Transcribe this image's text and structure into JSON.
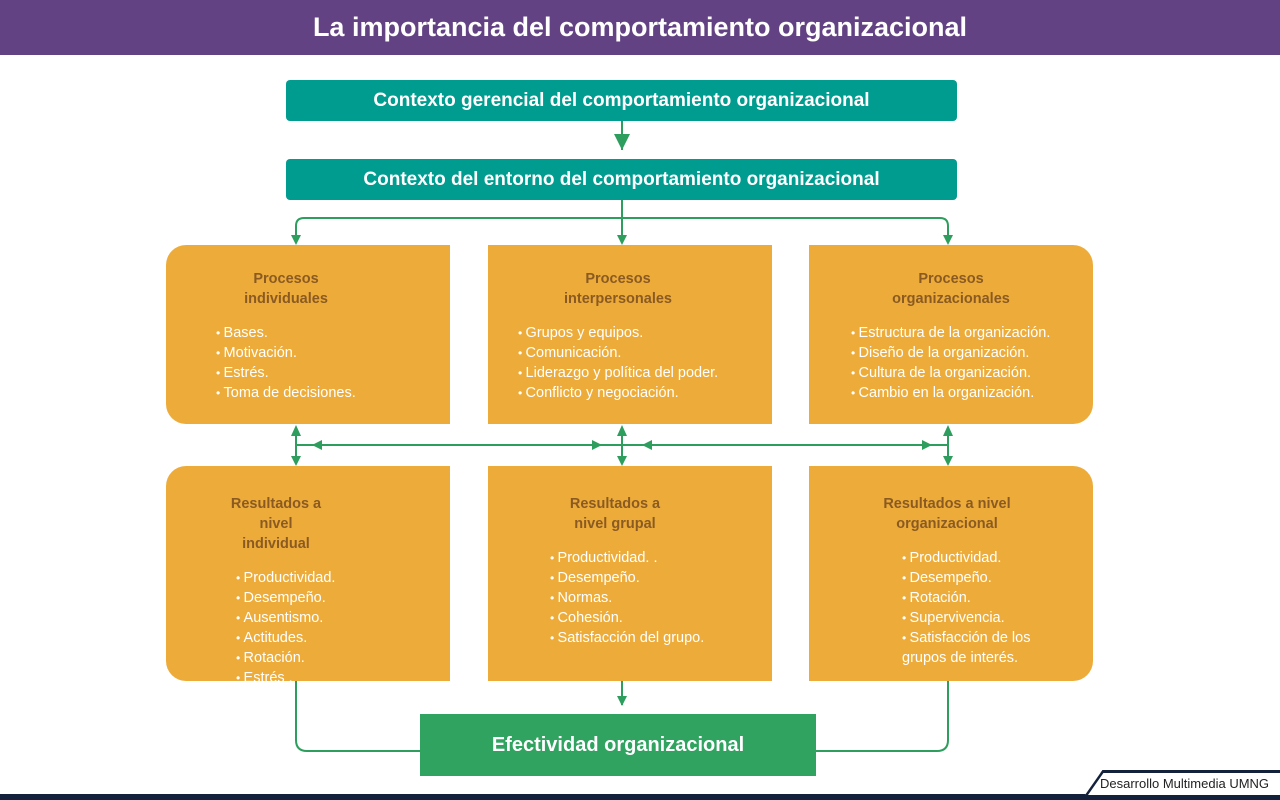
{
  "title": "La importancia del comportamiento organizacional",
  "top": [
    "Contexto gerencial del comportamiento organizacional",
    "Contexto del entorno del comportamiento organizacional"
  ],
  "processes": [
    {
      "title": "Procesos\nindividuales",
      "items": [
        "Bases.",
        "Motivación.",
        "Estrés.",
        "Toma de decisiones."
      ]
    },
    {
      "title": "Procesos\ninterpersonales",
      "items": [
        "Grupos y equipos.",
        "Comunicación.",
        "Liderazgo y política del poder.",
        "Conflicto y negociación."
      ]
    },
    {
      "title": "Procesos\norganizacionales",
      "items": [
        "Estructura de la organización.",
        "Diseño de la organización.",
        "Cultura de la organización.",
        "Cambio en la organización."
      ]
    }
  ],
  "results": [
    {
      "title": "Resultados a\nnivel individual",
      "items": [
        "Productividad.",
        "Desempeño.",
        "Ausentismo.",
        "Actitudes.",
        "Rotación.",
        "Estrés ."
      ]
    },
    {
      "title": "Resultados a\nnivel grupal",
      "items": [
        "Productividad. .",
        "Desempeño.",
        "Normas.",
        "Cohesión.",
        "Satisfacción del grupo."
      ]
    },
    {
      "title": "Resultados a nivel\norganizacional",
      "items": [
        "Productividad.",
        "Desempeño.",
        "Rotación.",
        "Supervivencia.",
        "Satisfacción de los grupos de interés."
      ]
    }
  ],
  "outcome": "Efectividad organizacional",
  "footer": "Desarrollo Multimedia UMNG",
  "colors": {
    "header": "#634283",
    "teal": "#009c8f",
    "box": "#edac3a",
    "green": "#2fa35f"
  }
}
